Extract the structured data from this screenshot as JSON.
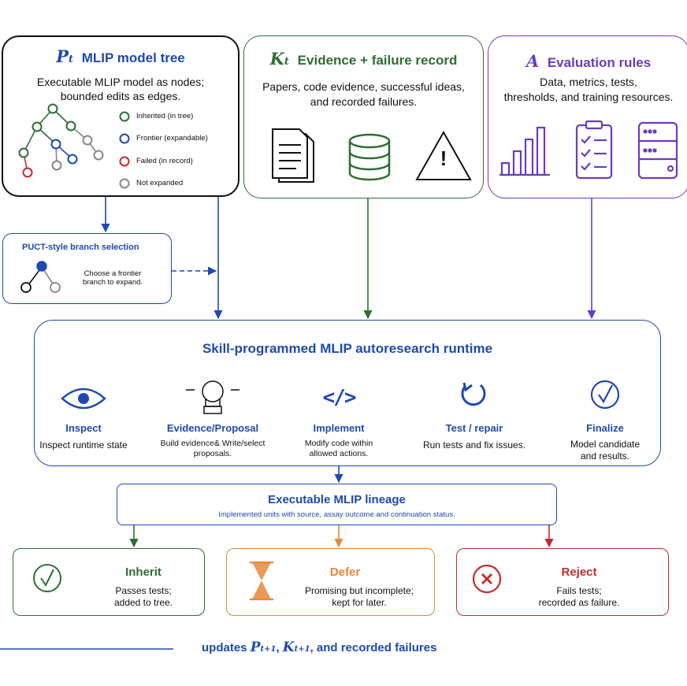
{
  "colors": {
    "black": "#111111",
    "green": "#2e6e34",
    "purple": "#6a3cc0",
    "blue": "#1f49b0",
    "orange": "#e5883a",
    "red": "#c62a2f",
    "gray": "#8c8c8c"
  },
  "p_box": {
    "symbol": "P",
    "sub": "t",
    "title": "MLIP model tree",
    "desc_line1": "Executable MLIP model as nodes;",
    "desc_line2": "bounded edits as edges.",
    "legend": {
      "inherited": "Inherited (in tree)",
      "frontier": "Frontier (expandable)",
      "failed": "Failed (in record)",
      "not_expanded": "Not expanded"
    }
  },
  "k_box": {
    "symbol": "K",
    "sub": "t",
    "title": "Evidence + failure record",
    "desc_line1": "Papers, code evidence, successful ideas,",
    "desc_line2": "and recorded failures.",
    "icons": [
      "document-icon",
      "database-icon",
      "warning-icon"
    ],
    "warning_glyph": "!"
  },
  "a_box": {
    "symbol": "A",
    "title": "Evaluation rules",
    "desc_line1": "Data, metrics, tests,",
    "desc_line2": "thresholds, and training resources.",
    "icons": [
      "bar-chart-icon",
      "checklist-icon",
      "server-icon"
    ]
  },
  "puct": {
    "title": "PUCT-style branch selection",
    "desc_line1": "Choose a frontier",
    "desc_line2": "branch to expand."
  },
  "runtime": {
    "title": "Skill-programmed MLIP autoresearch runtime",
    "steps": [
      {
        "label": "Inspect",
        "desc1": "Inspect runtime state",
        "desc2": ""
      },
      {
        "label": "Evidence/Proposal",
        "desc1": "Build evidence& Write/select",
        "desc2": "proposals."
      },
      {
        "label": "Implement",
        "desc1": "Modify code within",
        "desc2": "allowed actions."
      },
      {
        "label": "Test / repair",
        "desc1": "Run tests and fix issues.",
        "desc2": ""
      },
      {
        "label": "Finalize",
        "desc1": "Model candidate",
        "desc2": "and results."
      }
    ],
    "code_glyph": "</>",
    "check_glyph": "✓",
    "repeat_glyph": "↻"
  },
  "lineage": {
    "title": "Executable MLIP lineage",
    "desc": "Implemented units with source, assay outcome and continuation status."
  },
  "outcomes": {
    "inherit": {
      "title": "Inherit",
      "desc1": "Passes tests;",
      "desc2": "added to tree.",
      "glyph": "✓"
    },
    "defer": {
      "title": "Defer",
      "desc1": "Promising but incomplete;",
      "desc2": "kept for later."
    },
    "reject": {
      "title": "Reject",
      "desc1": "Fails tests;",
      "desc2": "recorded as failure.",
      "glyph": "×"
    }
  },
  "footer": {
    "prefix": "updates",
    "p_symbol": "P",
    "p_sub": "t+1",
    "sep": ",",
    "k_symbol": "K",
    "k_sub": "t+1",
    "suffix": ", and recorded failures"
  }
}
